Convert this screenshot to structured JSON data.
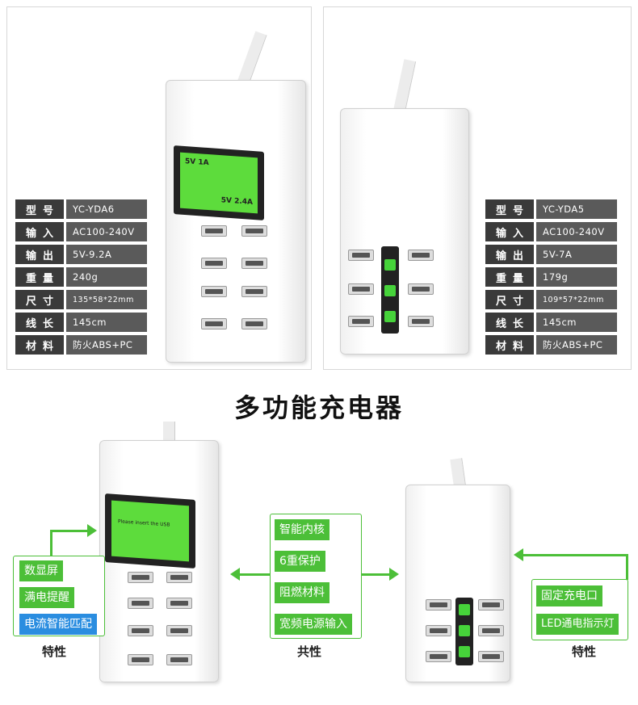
{
  "title": "多功能充电器",
  "left_specs": [
    {
      "key": "型号",
      "value": "YC-YDA6"
    },
    {
      "key": "输入",
      "value": "AC100-240V"
    },
    {
      "key": "输出",
      "value": "5V-9.2A"
    },
    {
      "key": "重量",
      "value": "240g"
    },
    {
      "key": "尺寸",
      "value": "135*58*22mm"
    },
    {
      "key": "线长",
      "value": "145cm"
    },
    {
      "key": "材料",
      "value": "防火ABS+PC"
    }
  ],
  "right_specs": [
    {
      "key": "型号",
      "value": "YC-YDA5"
    },
    {
      "key": "输入",
      "value": "AC100-240V"
    },
    {
      "key": "输出",
      "value": "5V-7A"
    },
    {
      "key": "重量",
      "value": "179g"
    },
    {
      "key": "尺寸",
      "value": "109*57*22mm"
    },
    {
      "key": "线长",
      "value": "145cm"
    },
    {
      "key": "材料",
      "value": "防火ABS+PC"
    }
  ],
  "lcd_top": {
    "line1": "5V 1A",
    "line2": "5V 2.4A"
  },
  "lcd_bottom": "Please insert the USB",
  "left_features": [
    "数显屏",
    "满电提醒",
    "电流智能匹配"
  ],
  "left_caption": "特性",
  "common_features": [
    "智能内核",
    "6重保护",
    "阻燃材料",
    "宽频电源输入"
  ],
  "common_caption": "共性",
  "right_features": [
    "固定充电口",
    "LED通电指示灯"
  ],
  "right_caption": "特性",
  "colors": {
    "accent": "#4cbf38",
    "highlight": "#2a8de0",
    "lcd": "#5ddc3c"
  }
}
